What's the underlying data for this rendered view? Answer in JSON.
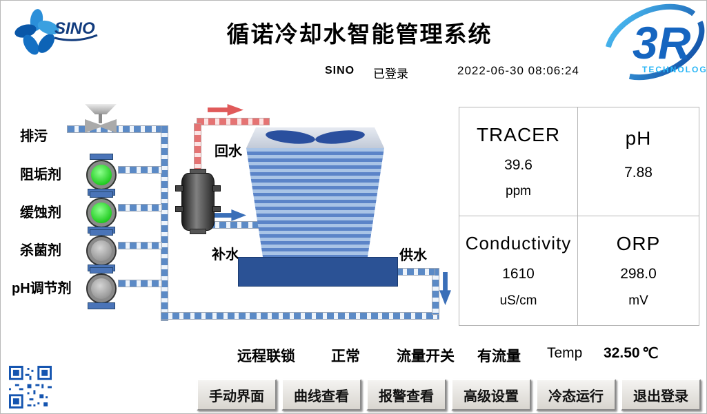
{
  "header": {
    "logo_sino_text": "SINO",
    "title": "循诺冷却水智能管理系统",
    "user": "SINO",
    "login_status": "已登录",
    "datetime": "2022-06-30 08:06:24",
    "logo_3r_text": "3R",
    "logo_3r_sub": "TECHNOLOGY"
  },
  "diagram": {
    "labels": {
      "blowdown": "排污",
      "scale_inhibitor": "阻垢剂",
      "corrosion_inhibitor": "缓蚀剂",
      "biocide": "杀菌剂",
      "ph_adjuster": "pH调节剂",
      "return_water": "回水",
      "makeup_water": "补水",
      "supply_water": "供水"
    },
    "pumps": [
      {
        "name": "阻垢剂",
        "state": "on"
      },
      {
        "name": "缓蚀剂",
        "state": "on"
      },
      {
        "name": "杀菌剂",
        "state": "off"
      },
      {
        "name": "pH调节剂",
        "state": "off"
      }
    ]
  },
  "readings": [
    {
      "name": "TRACER",
      "value": "39.6",
      "unit": "ppm"
    },
    {
      "name": "pH",
      "value": "7.88",
      "unit": ""
    },
    {
      "name": "Conductivity",
      "value": "1610",
      "unit": "uS/cm"
    },
    {
      "name": "ORP",
      "value": "298.0",
      "unit": "mV"
    }
  ],
  "status": {
    "interlock_label": "远程联锁",
    "interlock_value": "正常",
    "flow_label": "流量开关",
    "flow_value": "有流量",
    "temp_label": "Temp",
    "temp_value": "32.50",
    "temp_unit": "℃"
  },
  "buttons": [
    "手动界面",
    "曲线查看",
    "报警查看",
    "高级设置",
    "冷态运行",
    "退出登录"
  ],
  "colors": {
    "accent_blue": "#1a5fb4",
    "pipe_blue": "#5b8ac6",
    "pipe_red": "#e57373",
    "pump_on_green": "#22cc22",
    "pump_off_gray": "#9a9a9a",
    "basin_blue": "#2b5295",
    "tower_stripe_light": "#a9c4e6",
    "tower_stripe_dark": "#5b84c8",
    "button_face": "#d8d5cf"
  }
}
